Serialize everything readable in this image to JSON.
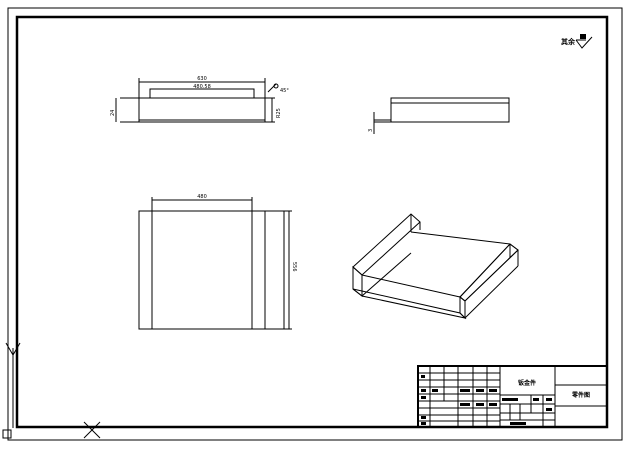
{
  "drawing": {
    "surface_finish": {
      "label": "其余"
    },
    "views": {
      "front": {
        "dim_top_outer": "630",
        "dim_top_inner": "480.58",
        "dim_left_height": "24",
        "dim_right_flange": "R25",
        "dim_right_angle": "45°"
      },
      "side": {
        "dim_thickness": "3"
      },
      "top": {
        "dim_width": "480",
        "dim_depth": "556"
      }
    },
    "title_block": {
      "part_name": "钣金件",
      "drawing_title": "零件图"
    }
  },
  "colors": {
    "line": "#000000",
    "background": "#ffffff"
  }
}
